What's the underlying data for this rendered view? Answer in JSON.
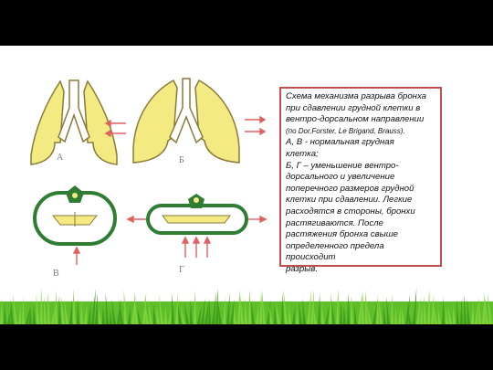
{
  "panel_labels": {
    "a": "А",
    "b": "Б",
    "v": "В",
    "g": "Г"
  },
  "caption": {
    "line1": "Схема механизма разрыва бронха\nпри сдавлении грудной клетки в\nвентро-дорсальном направлении",
    "source": "(по Dor,Forster, Le Brigand, Brauss).",
    "line2": "А, В - нормальная грудная\nклетка;\nБ, Г – уменьшение вентро-\nдорсального и увеличение\nпоперечного размеров грудной\nклетки при сдавлении. Легкие\nрасходятся в стороны, бронхи\nрастягиваются. После\nрастяжения бронха свыше\nопределенного предела\nпроисходит\nразрыв."
  },
  "colors": {
    "lung_fill": "#f4ea82",
    "lung_stroke": "#8a7a3a",
    "chest_ring": "#2e7d32",
    "arrow": "#e06060",
    "caption_border": "#c0504d",
    "grass": "#5fbf2a"
  }
}
